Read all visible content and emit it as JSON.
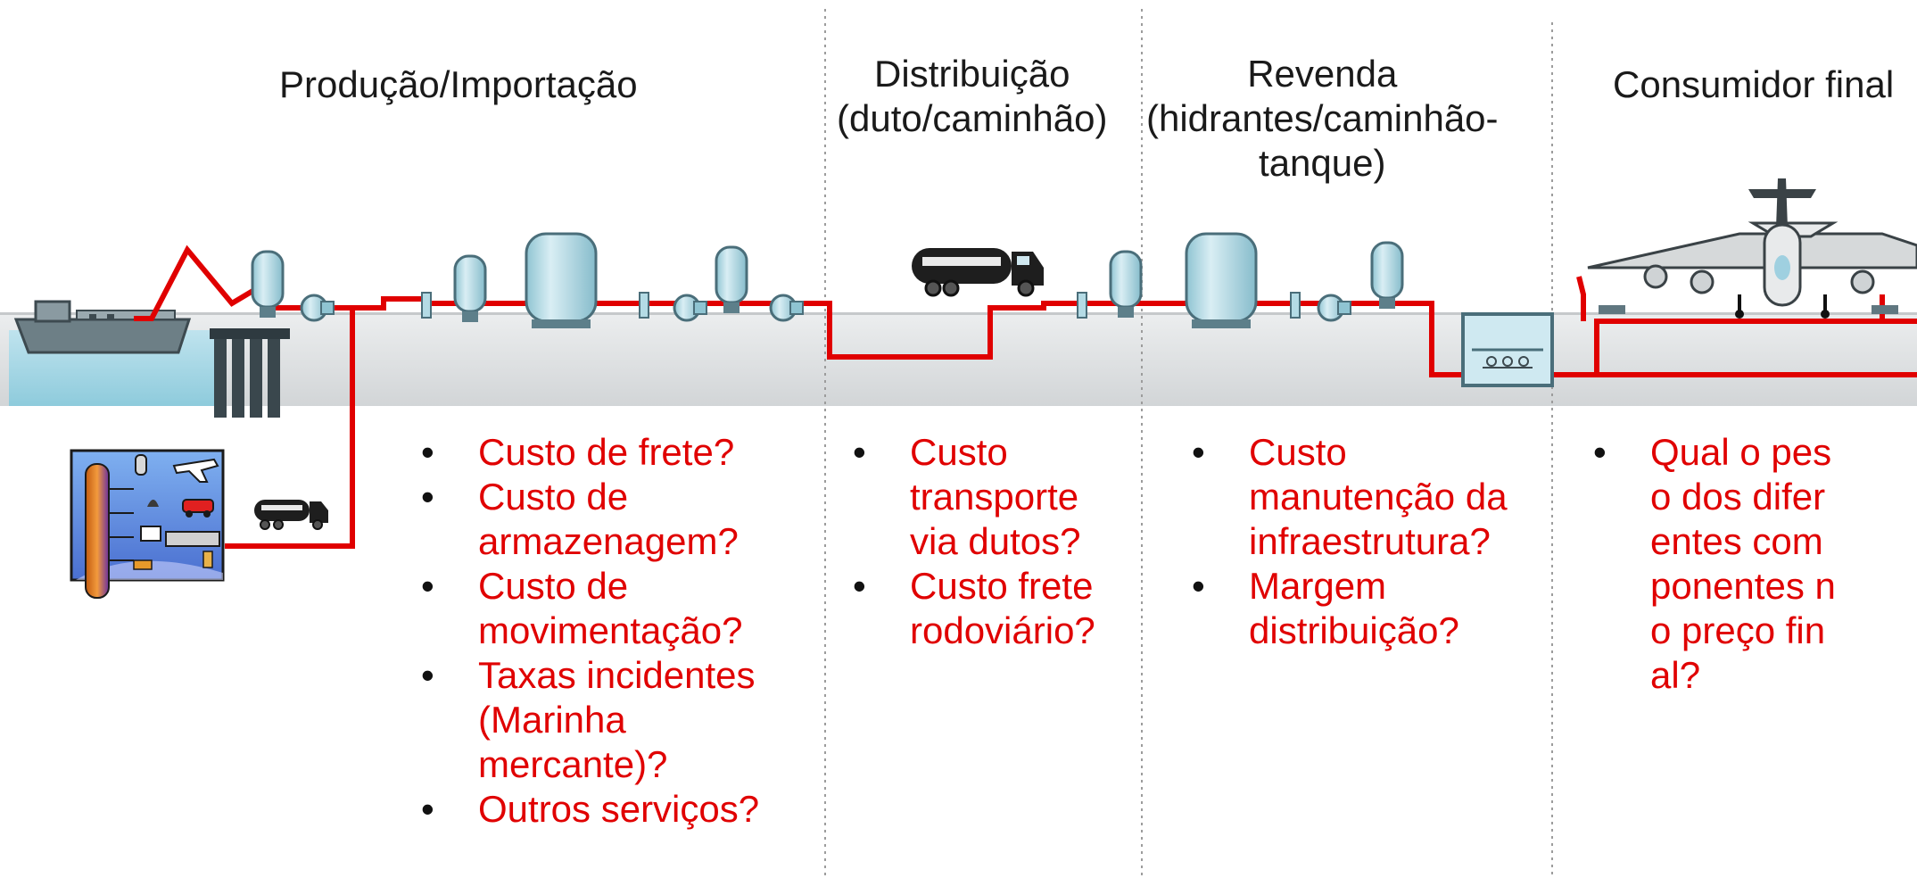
{
  "stages": [
    {
      "title": "Produção/Importação"
    },
    {
      "title": "Distribuição\n(duto/caminhão)"
    },
    {
      "title": "Revenda\n(hidrantes/caminhão-\ntanque)"
    },
    {
      "title": "Consumidor final"
    }
  ],
  "questions": {
    "producao": [
      "Custo de frete?",
      "Custo de armazenagem?",
      "Custo de movimentação?",
      "Taxas incidentes (Marinha mercante)?",
      "Outros serviços?"
    ],
    "distribuicao": [
      "Custo transporte via dutos?",
      "Custo frete rodoviário?"
    ],
    "revenda": [
      "Custo manutenção da infraestrutura?",
      "Margem distribuição?"
    ],
    "consumidor": [
      "Qual o peso dos diferentes componentes no preço final?"
    ]
  },
  "colors": {
    "pipeline": "#e00000",
    "question_text": "#e00000",
    "ground": "#dcdedf",
    "water": "#a9d8e6",
    "tank": "#b4dbe5"
  },
  "icons": [
    "ship-icon",
    "jetty-icon",
    "tank-icon",
    "pump-icon",
    "truck-icon",
    "refinery-icon",
    "hydrant-pit-icon",
    "airplane-icon"
  ]
}
